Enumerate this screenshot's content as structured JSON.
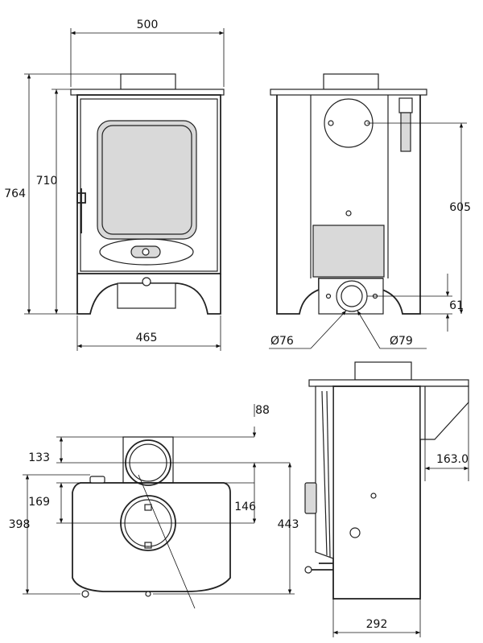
{
  "drawing": {
    "front_view": {
      "width_top": "500",
      "height_total": "764",
      "height_body": "710",
      "width_base": "465"
    },
    "rear_view": {
      "flue_center_height": "605",
      "inlet_height": "61",
      "diameter_a": "Ø76",
      "diameter_b": "Ø79"
    },
    "top_view": {
      "offset_flue": "88",
      "flue_depth": "133",
      "collar_to_center": "169",
      "total_depth": "398",
      "spigot_offset": "146",
      "overall_depth": "443"
    },
    "side_view": {
      "hood_depth": "163.0",
      "body_depth": "292"
    }
  }
}
